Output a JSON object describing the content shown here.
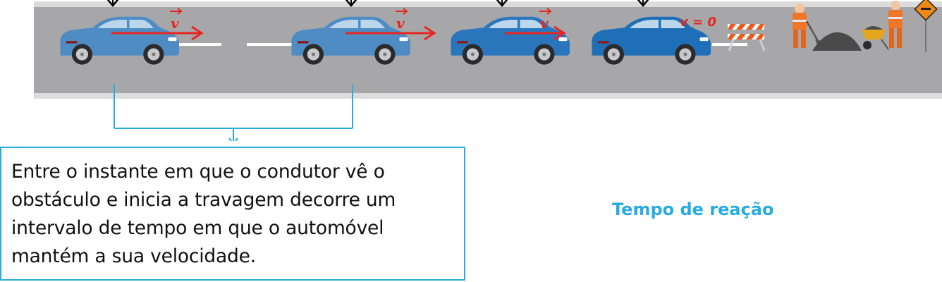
{
  "velocity_label": "v",
  "velocity_stop_label": "v = 0",
  "explanation": "Entre o instante em que o condutor vê o obstáculo e inicia a travagem decorre um intervalo de tempo em que o automóvel mantém a sua velocidade.",
  "result_label": "Tempo de reação",
  "colors": {
    "accent": "#29abe2",
    "road": "#a7a7a9",
    "car_light": "#4f8cc4",
    "car_dark": "#1f6fb8",
    "velocity_arrow": "#e6261f",
    "worker": "#f0772a"
  }
}
